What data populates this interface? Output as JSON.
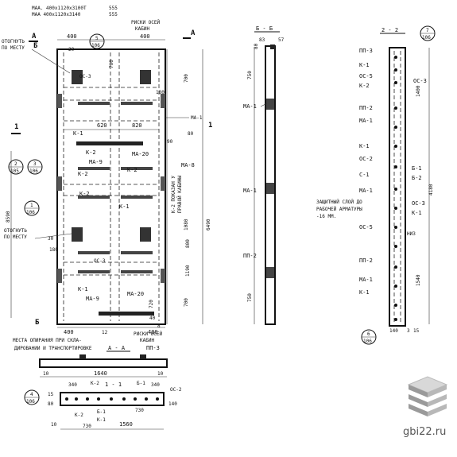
{
  "top_notes": {
    "line1": "МАА. 400x1120x3100Т",
    "line2": "МАА 400x1120x3140",
    "dim_top1": "555",
    "dim_top2": "555"
  },
  "front_view": {
    "section_mark_left": "А",
    "section_mark_right": "А",
    "section_1": "1",
    "section_1b": "1",
    "section_b": "Б",
    "section_b2": "Б",
    "dim_400_top": "400",
    "dim_400_top2": "400",
    "dim_20": "20",
    "dim_700_top": "700",
    "dim_700": "700",
    "dim_700b": "700",
    "dim_820": "820",
    "dim_820_left": "620",
    "dim_80": "80",
    "dim_90": "90",
    "dim_180": "180",
    "dim_1080": "1080",
    "dim_6490": "6490",
    "dim_8590": "8590",
    "dim_1190": "1190",
    "dim_800": "800",
    "dim_720": "720",
    "dim_30": "30",
    "dim_400_bot": "400",
    "dim_400_bot2": "400",
    "dim_12": "12",
    "dim_40": "40",
    "dim_8": "8",
    "label_otognut_top": "ОТОГНУТЬ",
    "label_po_mestu_top": "ПО МЕСТУ",
    "label_otognut_mid": "ОТОГНУТЬ",
    "label_po_mestu_mid": "ПО МЕСТУ",
    "label_riski_top": "РИСКИ ОСЕЙ",
    "label_kabin_top": "КАБИН",
    "label_riski_bot": "РИСКИ ОСЕЙ",
    "label_kabin_bot": "КАБИН",
    "label_k2_pokazat": "К-2 ПОКАЗАН У",
    "label_pravoy": "ПРАВОЙ КАБИНЫ",
    "label_mesta1": "МЕСТА ОПИРАНИЯ ПРИ СКЛА-",
    "label_mesta2": "ДИРОВАНИИ И ТРАНСПОРТИРОВКЕ",
    "k1": "К-1",
    "k1b": "К-1",
    "k2": "К-2",
    "k2b": "К-2",
    "k2c": "К-2",
    "k2d": "К-2",
    "oc3": "ОС-3",
    "oc3b": "ОС-3",
    "ma1": "МА-1",
    "ma9": "МА-9",
    "ma9b": "МА-9",
    "ma20": "МА-20",
    "ma20b": "МА-20",
    "ma8": "МА-8"
  },
  "callouts": {
    "c5_106_top": "5",
    "c5_106_bot": "106",
    "c2_105_top": "2",
    "c2_105_bot": "105",
    "c3_106_top": "3",
    "c3_106_bot": "106",
    "c1_106_top": "1",
    "c1_106_bot": "106",
    "c4_106_top": "4",
    "c4_106_bot": "106",
    "c7_106_top": "7",
    "c7_106_bot": "106",
    "c6_106_top": "6",
    "c6_106_bot": "106"
  },
  "section_bb": {
    "title": "Б - Б",
    "dim_83": "83",
    "dim_57": "57",
    "dim_80": "80",
    "dim_750_top": "750",
    "dim_750_bot": "750",
    "ma1_top": "МА-1",
    "ma1_mid": "МА-1",
    "pp2": "ПП-2"
  },
  "section_22": {
    "title": "2 - 2",
    "pp3": "ПП-3",
    "k1a": "К-1",
    "oc5": "ОС-5",
    "k2": "К-2",
    "oc3": "ОС-3",
    "dim_1400": "1400",
    "pp2a": "ПП-2",
    "ma1a": "МА-1",
    "k1b": "К-1",
    "oc2": "ОС-2",
    "c1": "С-1",
    "g1": "Б-1",
    "g2": "Б-2",
    "dim_4180": "4180",
    "ma1b": "МА-1",
    "zasch1": "ЗАЩИТНЫЙ СЛОЙ ДО",
    "zasch2": "РАБОЧЕЙ АРМАТУРЫ",
    "zasch3": "-16 ММ.",
    "oc3b": "ОС-3",
    "k1c": "К-1",
    "oc5b": "ОС-5",
    "nis": "НИЗ",
    "pp2b": "ПП-2",
    "dim_1540": "1540",
    "ma1c": "МА-1",
    "k1d": "К-1",
    "dim_140": "140",
    "dim_3": "3",
    "dim_15": "15"
  },
  "section_aa": {
    "title": "А - А",
    "pp3": "ПП-3",
    "dim_10": "10",
    "dim_1640": "1640",
    "dim_10b": "10"
  },
  "section_11": {
    "title": "1 - 1",
    "dim_340a": "340",
    "dim_340b": "340",
    "k2": "К-2",
    "g1": "Б-1",
    "oc2": "ОС-2",
    "dim_15": "15",
    "dim_80": "80",
    "dim_140": "140",
    "k2b": "К-2",
    "g1b": "Б-1",
    "k1": "К-1",
    "dim_1560": "1560",
    "dim_730a": "730",
    "dim_730b": "730",
    "dim_10": "10"
  },
  "watermark": {
    "text": "gbi22.ru"
  }
}
